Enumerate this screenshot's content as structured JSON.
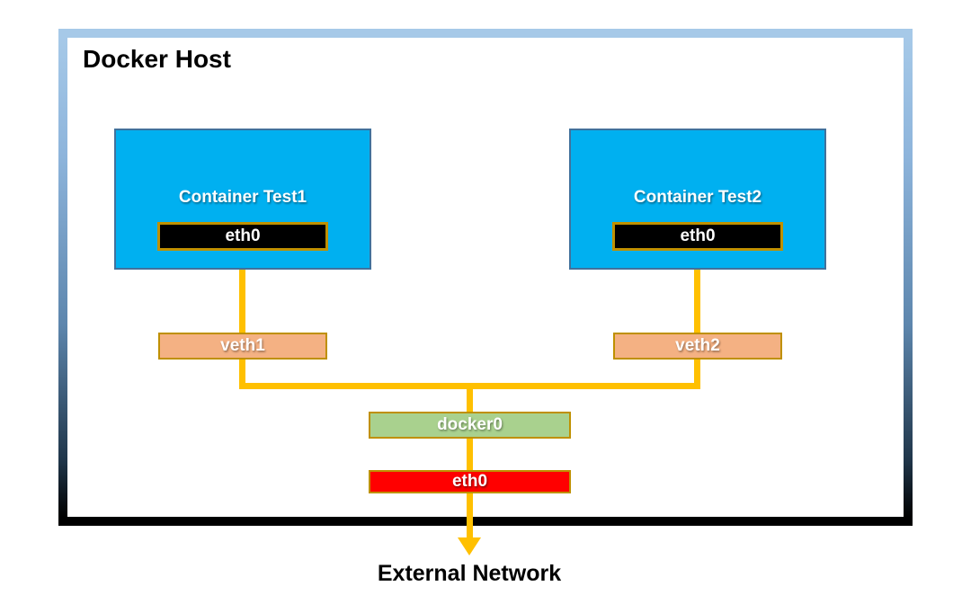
{
  "title": "Docker Host",
  "containers": [
    {
      "name": "Container Test1",
      "interface": "eth0",
      "veth": "veth1"
    },
    {
      "name": "Container Test2",
      "interface": "eth0",
      "veth": "veth2"
    }
  ],
  "bridge": {
    "label": "docker0"
  },
  "host_interface": {
    "label": "eth0"
  },
  "external_label": "External Network",
  "colors": {
    "container_fill": "#00B0F0",
    "container_border": "#41719C",
    "interface_badge_fill": "#000000",
    "box_border_gold": "#BF9000",
    "veth_fill": "#F4B183",
    "bridge_fill": "#A9D18E",
    "host_interface_fill": "#FF0000",
    "connector": "#FFC000",
    "host_frame_gradient_top": "#9DC3E6",
    "host_frame_gradient_bottom": "#000000",
    "label_text": "#FFFFFF"
  }
}
